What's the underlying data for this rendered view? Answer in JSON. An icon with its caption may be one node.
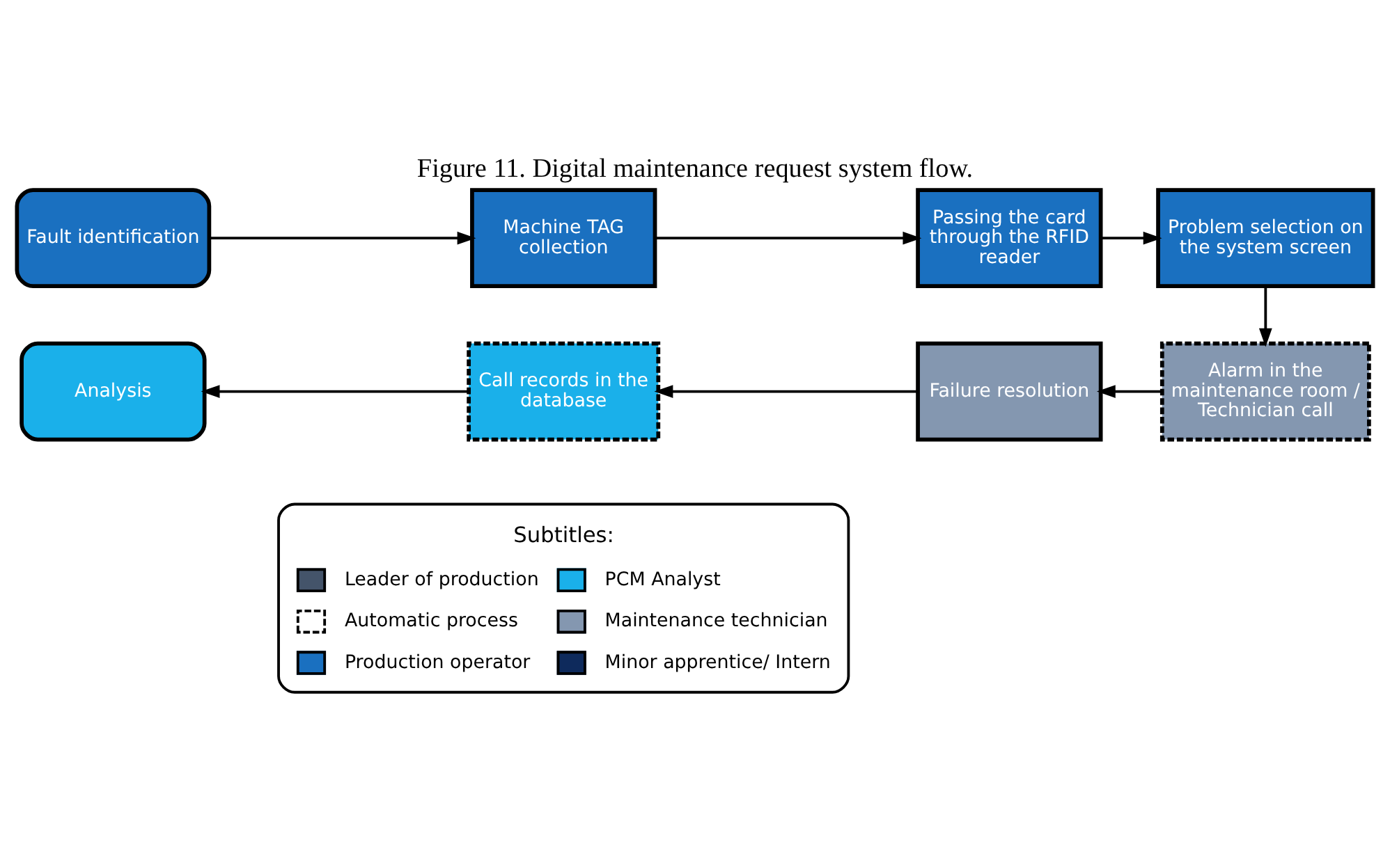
{
  "diagram": {
    "title": "Figure 11. Digital maintenance request system flow.",
    "nodes": [
      {
        "text": [
          "Fault identification"
        ]
      },
      {
        "text": [
          "Machine TAG collection"
        ]
      },
      {
        "text": [
          "Passing the card through the RFID reader"
        ]
      },
      {
        "text": [
          "Problem selection on the system screen"
        ]
      },
      {
        "text": [
          "Alarm in the maintenance room / Technician call"
        ]
      },
      {
        "text": [
          "Failure resolution"
        ]
      },
      {
        "text": [
          "Call records in the database"
        ]
      },
      {
        "text": [
          "Analysis"
        ]
      }
    ],
    "edges": [
      {
        "from": 0,
        "to": 1,
        "arrow": "to"
      },
      {
        "from": 1,
        "to": 2,
        "arrow": "to"
      },
      {
        "from": 2,
        "to": 3,
        "arrow": "to"
      },
      {
        "from": 3,
        "to": 4,
        "arrow": "to"
      },
      {
        "from": 4,
        "to": 5,
        "arrow": "to"
      },
      {
        "from": 5,
        "to": 6,
        "arrow": "to"
      },
      {
        "from": 6,
        "to": 7,
        "arrow": "to"
      }
    ],
    "labels": [
      "Subtitles:"
    ],
    "legend": [
      {
        "text": "Leader of production",
        "color": "#44546a"
      },
      {
        "text": "PCM Analyst",
        "color": "#1ab0ea"
      },
      {
        "text": "Automatic process"
      },
      {
        "text": "Maintenance technician",
        "color": "#8497b0"
      },
      {
        "text": "Production operator",
        "color": "#1a70c0"
      },
      {
        "text": "Minor apprentice/ Intern",
        "color": "#0e2a5c"
      }
    ]
  }
}
